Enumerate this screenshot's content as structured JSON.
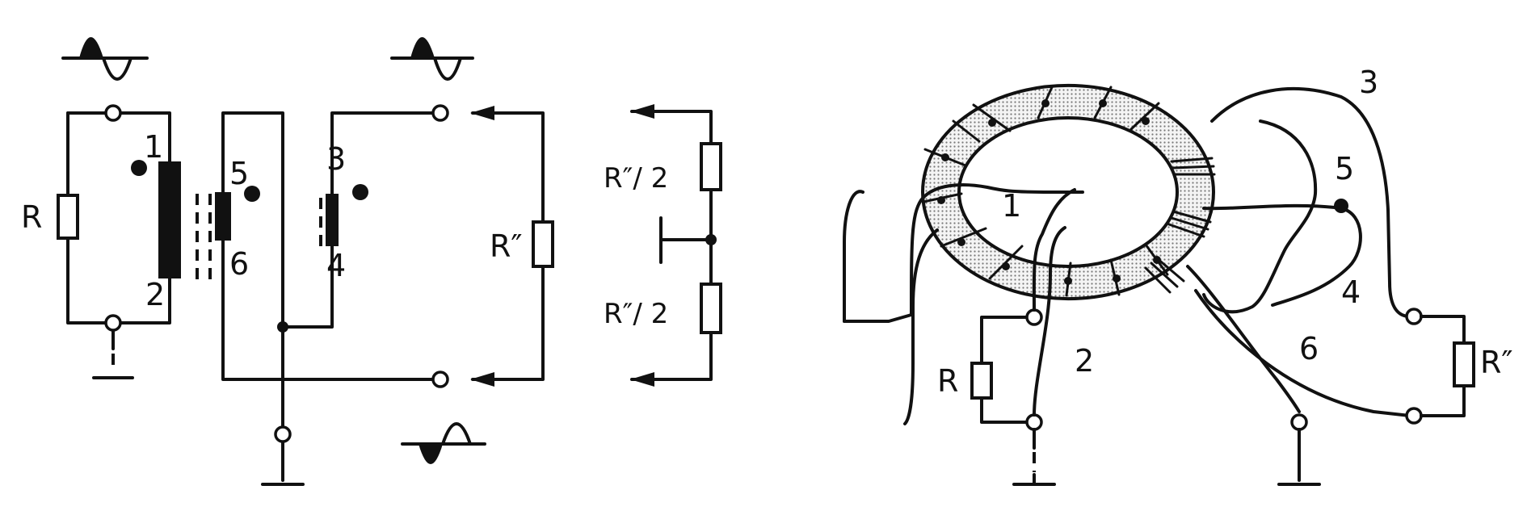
{
  "left": {
    "resistor_label": "R",
    "winding_1_top": "1",
    "winding_1_bottom": "2",
    "winding_2_top": "5",
    "winding_2_bottom": "6",
    "winding_3_top": "3",
    "winding_3_bottom": "4",
    "load_label": "R″",
    "split_top_label": "R″/ 2",
    "split_bottom_label": "R″/ 2"
  },
  "right": {
    "resistor_left_label": "R",
    "resistor_right_label": "R″",
    "wire_labels": [
      "1",
      "2",
      "3",
      "4",
      "5",
      "6"
    ]
  }
}
